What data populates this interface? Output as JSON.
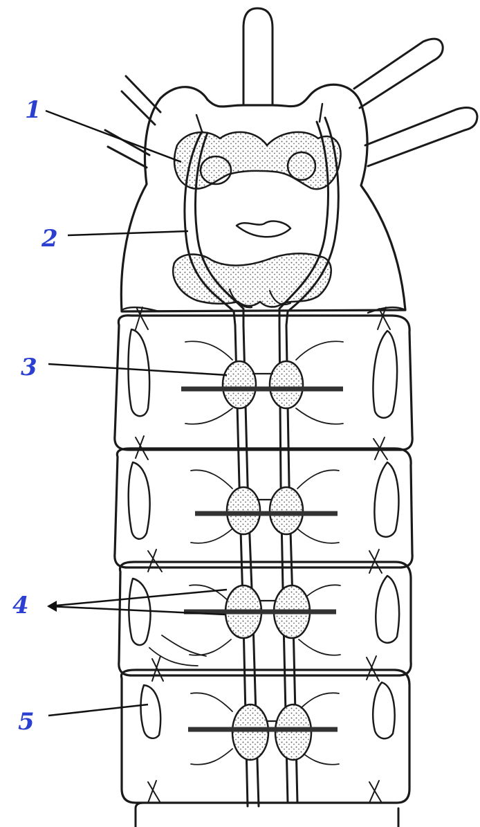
{
  "figure": {
    "label_color": "#2b3fd1",
    "ink_color": "#1a1a1a",
    "stipple_color": "#666666",
    "callouts": [
      "1",
      "2",
      "3",
      "4",
      "5"
    ]
  }
}
